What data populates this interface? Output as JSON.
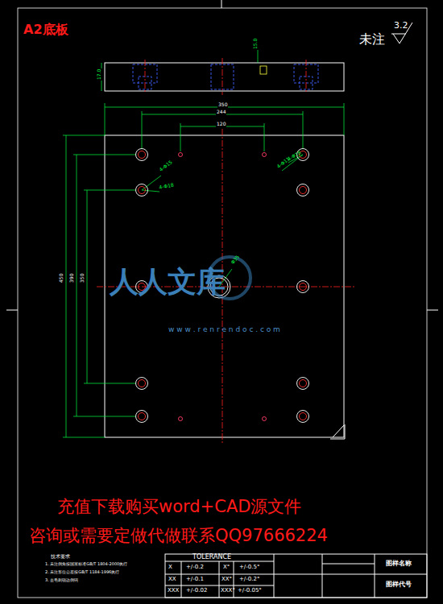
{
  "diagram": {
    "title": "A2底板",
    "labels": [
      "未注",
      "3.2",
      "15.0",
      "17.0",
      "350",
      "244",
      "120",
      "4-Φ15",
      "4-Φ18",
      "4-Φ11",
      "4-Φ18",
      "Φ35",
      "450",
      "390",
      "350",
      "人人文库",
      "w w w . r e n r e n d o c . c o m",
      "充值下载购买word+CAD源文件",
      "咨询或需要定做代做联系QQ97666224",
      "技术要求",
      "1. 未注倒角按国家标准GB/T 1804-2000执行",
      "2. 未注形位公差按GB/T 1184-1996执行",
      "3. 去毛刺锐边倒钝",
      "TOLERANCE",
      "X",
      "+/-0.2",
      "X°",
      "+/-0.5°",
      "XX",
      "+/-0.1",
      "XX°",
      "+/-0.2°",
      "XXX",
      "+/-0.02",
      "XXX°",
      "+/-0.05°",
      "图样名称",
      "图样代号"
    ]
  }
}
